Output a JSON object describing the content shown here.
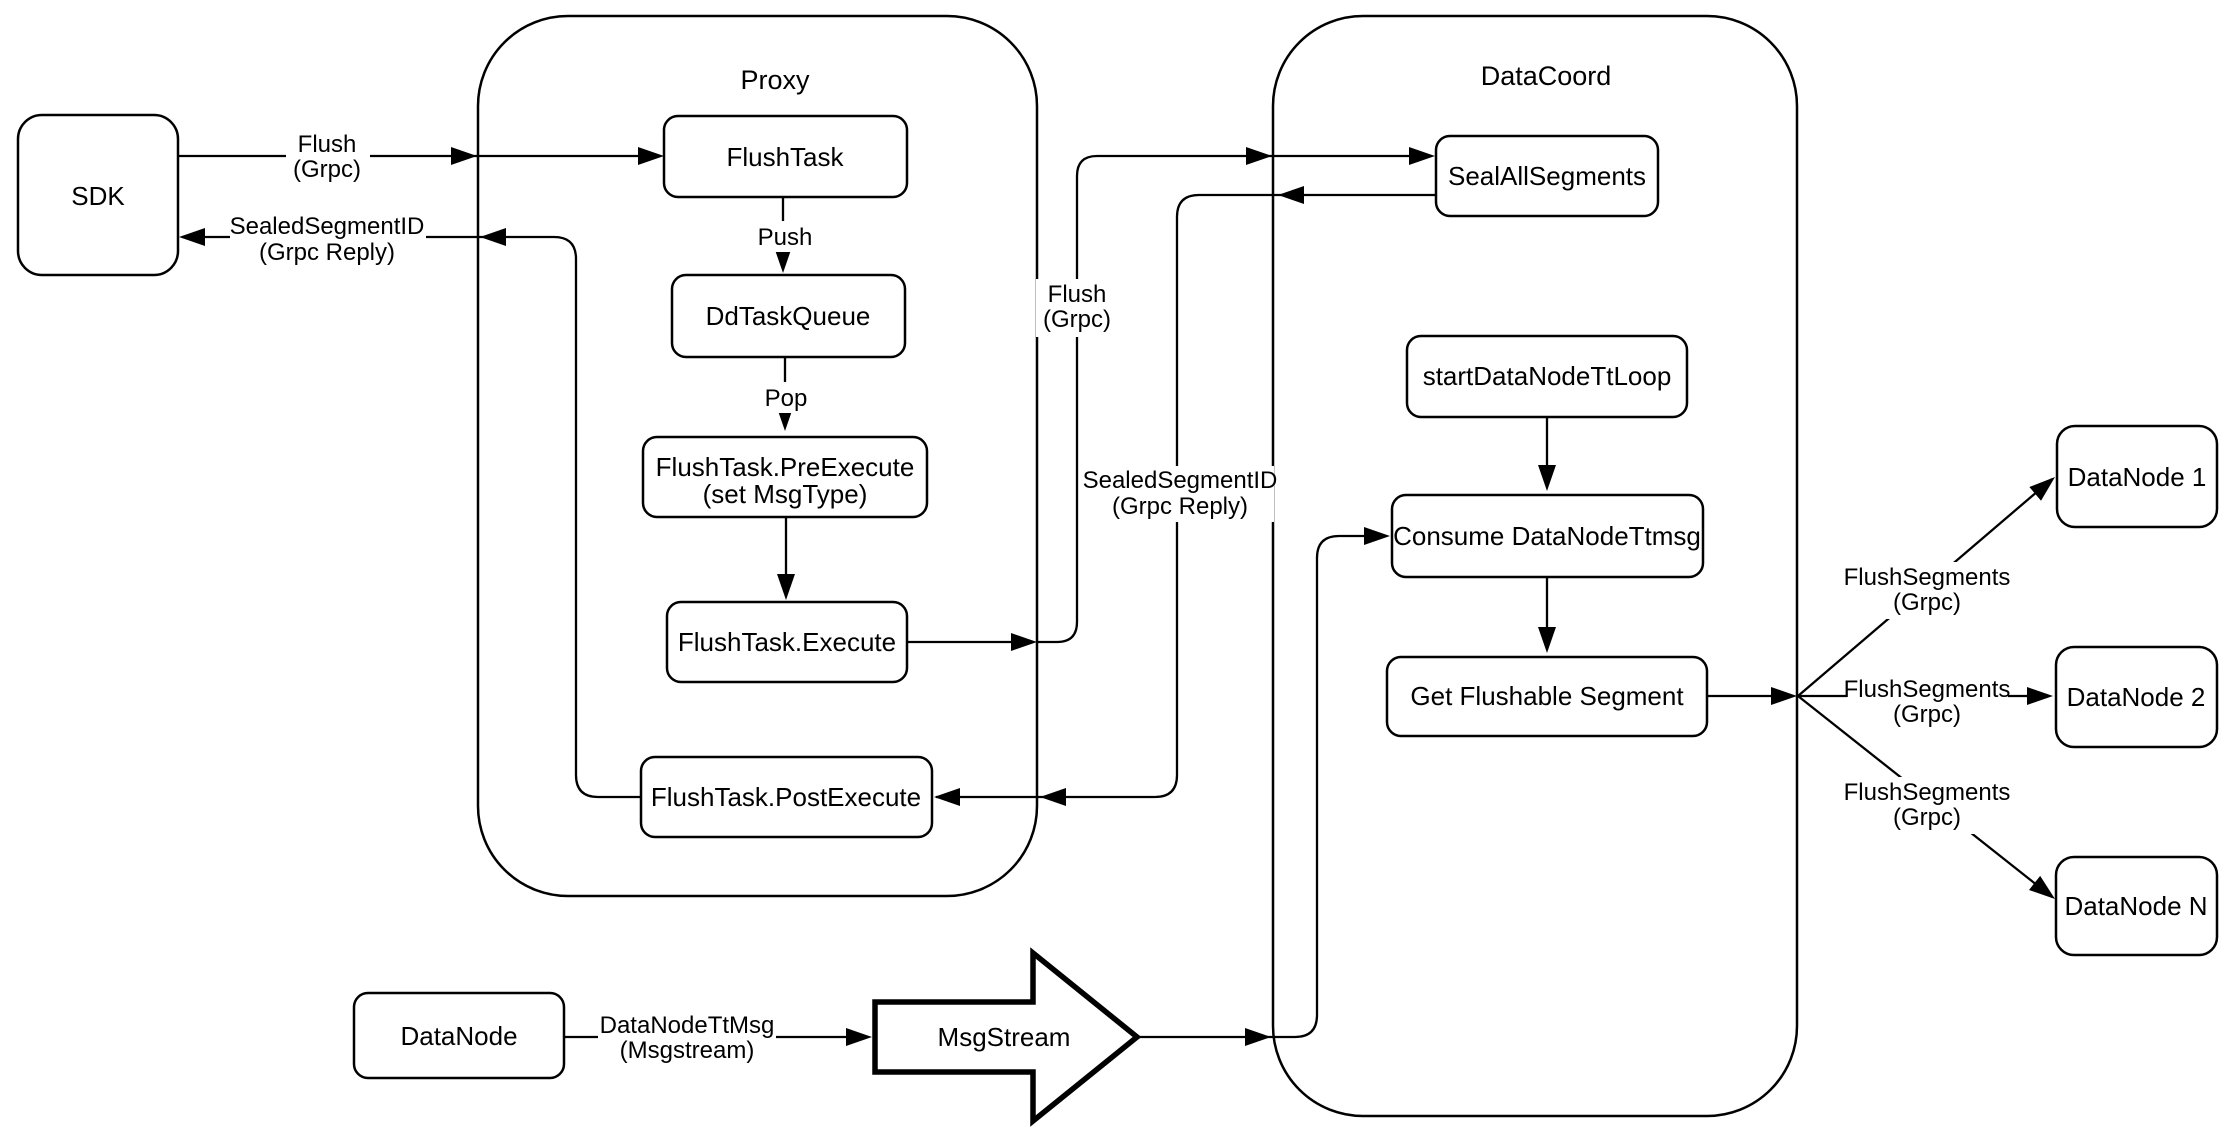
{
  "containers": {
    "proxy": {
      "title": "Proxy"
    },
    "datacoord": {
      "title": "DataCoord"
    }
  },
  "nodes": {
    "sdk": "SDK",
    "flush_task": "FlushTask",
    "dd_task_queue": "DdTaskQueue",
    "pre_execute_line1": "FlushTask.PreExecute",
    "pre_execute_line2": "(set MsgType)",
    "execute": "FlushTask.Execute",
    "post_execute": "FlushTask.PostExecute",
    "seal_all_segments": "SealAllSegments",
    "start_datanode_tt_loop": "startDataNodeTtLoop",
    "consume_datanode_ttmsg": "Consume DataNodeTtmsg",
    "get_flushable_segment": "Get Flushable Segment",
    "datanode_1": "DataNode 1",
    "datanode_2": "DataNode 2",
    "datanode_n": "DataNode N",
    "datanode": "DataNode",
    "msgstream": "MsgStream"
  },
  "edge_labels": {
    "flush_sdk": {
      "line1": "Flush",
      "line2": "(Grpc)"
    },
    "sealed_sdk": {
      "line1": "SealedSegmentID",
      "line2": "(Grpc Reply)"
    },
    "push": "Push",
    "pop": "Pop",
    "flush_dc": {
      "line1": "Flush",
      "line2": "(Grpc)"
    },
    "sealed_dc": {
      "line1": "SealedSegmentID",
      "line2": "(Grpc Reply)"
    },
    "flush_segments_1": {
      "line1": "FlushSegments",
      "line2": "(Grpc)"
    },
    "flush_segments_2": {
      "line1": "FlushSegments",
      "line2": "(Grpc)"
    },
    "flush_segments_n": {
      "line1": "FlushSegments",
      "line2": "(Grpc)"
    },
    "datanode_ttmsg": {
      "line1": "DataNodeTtMsg",
      "line2": "(Msgstream)"
    }
  },
  "colors": {
    "stroke": "#000000",
    "fill": "#ffffff",
    "background": "#ffffff"
  }
}
